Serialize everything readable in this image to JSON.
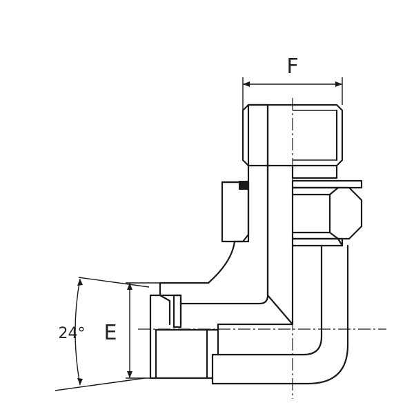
{
  "labels": {
    "dim_f": "F",
    "dim_e": "E",
    "angle": "24°"
  }
}
